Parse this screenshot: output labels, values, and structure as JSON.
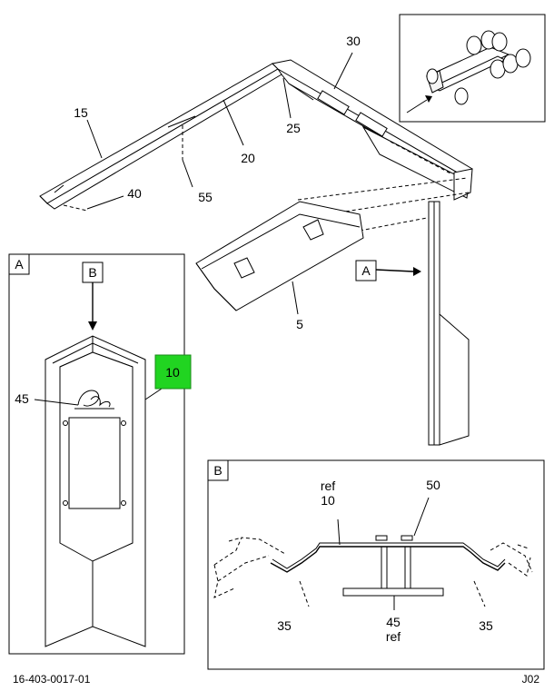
{
  "callouts": {
    "c15": "15",
    "c20": "20",
    "c25": "25",
    "c30": "30",
    "c40": "40",
    "c55": "55",
    "c5": "5",
    "c45": "45",
    "c10": "10",
    "c50": "50",
    "c35_left": "35",
    "c35_right": "35",
    "ref_top": "ref",
    "ref10": "10",
    "c45b": "45",
    "ref_bottom": "ref"
  },
  "views": {
    "view_a_box": "A",
    "view_a_pointer": "A",
    "view_b_box": "B",
    "view_b_pointer": "B"
  },
  "footer": {
    "drawing_number": "16-403-0017-01",
    "sheet_code": "J02"
  },
  "colors": {
    "highlight": "#21d421"
  }
}
